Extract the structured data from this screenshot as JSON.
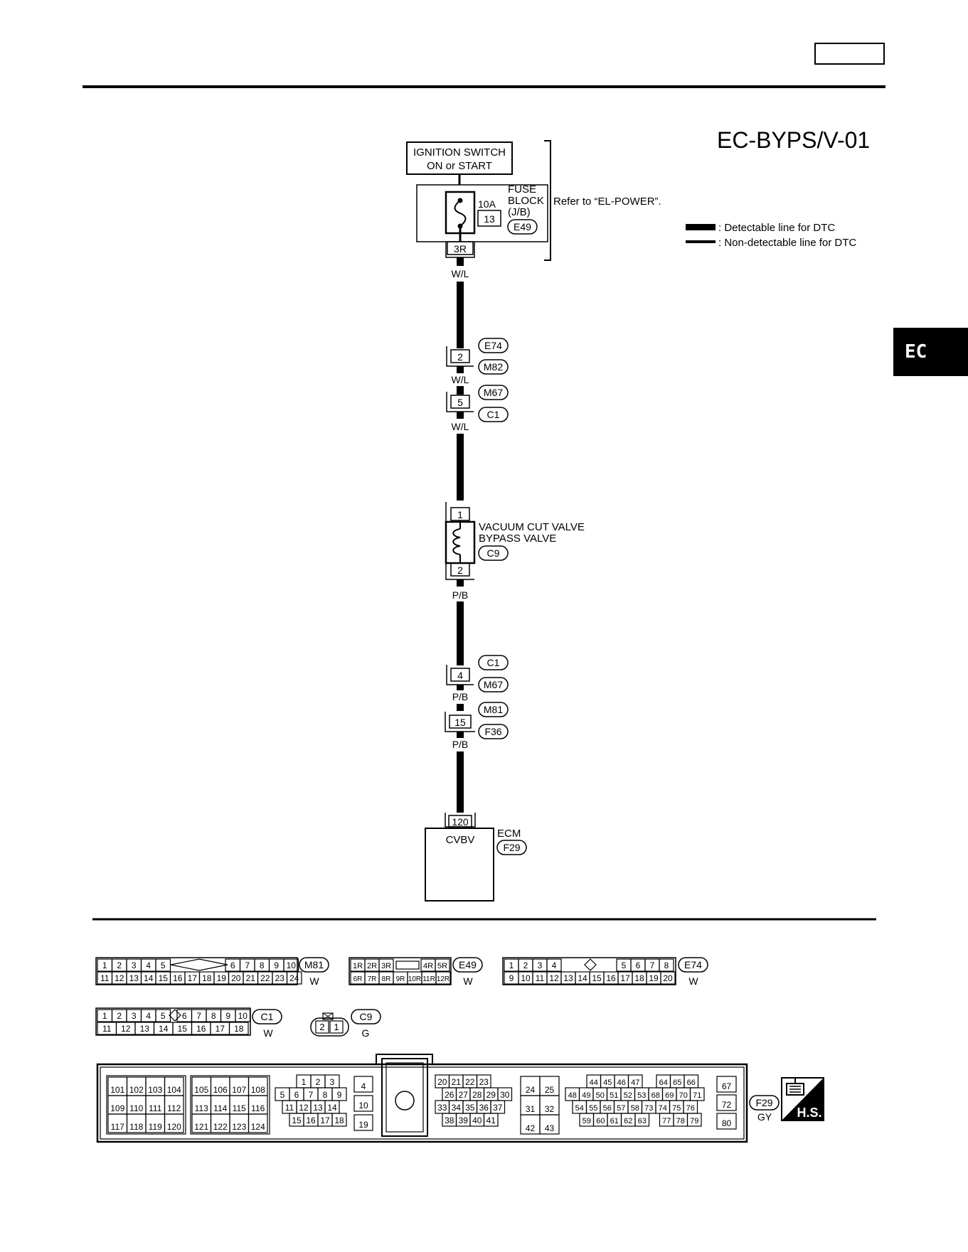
{
  "header": {
    "page_code_box": ""
  },
  "diagram_id": "EC-BYPS/V-01",
  "section_tab": "EC",
  "legend": {
    "detectable": ": Detectable line for DTC",
    "nondetectable": ": Non-detectable line for DTC"
  },
  "power": {
    "ignition_line1": "IGNITION SWITCH",
    "ignition_line2": "ON or START",
    "fuse_amp": "10A",
    "fuse_no": "13",
    "fuse_label1": "FUSE",
    "fuse_label2": "BLOCK",
    "fuse_label3": "(J/B)",
    "fuse_conn": "E49",
    "fuse_pin": "3R",
    "refer": "Refer to “EL-POWER”."
  },
  "joints": [
    {
      "pin": "2",
      "upper": "E74",
      "lower": "M82"
    },
    {
      "pin": "5",
      "upper": "M67",
      "lower": "C1"
    },
    {
      "pin": "4",
      "upper": "C1",
      "lower": "M67"
    },
    {
      "pin": "15",
      "upper": "M81",
      "lower": "F36"
    }
  ],
  "wires": {
    "w1": "W/L",
    "w2": "W/L",
    "w3": "W/L",
    "w4": "P/B",
    "w5": "P/B",
    "w6": "P/B"
  },
  "valve": {
    "pin_top": "1",
    "pin_bottom": "2",
    "label1": "VACUUM CUT VALVE",
    "label2": "BYPASS VALVE",
    "conn": "C9"
  },
  "ecm": {
    "pin": "120",
    "signal": "CVBV",
    "label": "ECM",
    "conn": "F29"
  },
  "connectors": {
    "m81": {
      "name": "M81",
      "color": "W",
      "row1": [
        "1",
        "2",
        "3",
        "4",
        "5",
        "6",
        "7",
        "8",
        "9",
        "10"
      ],
      "row2": [
        "11",
        "12",
        "13",
        "14",
        "15",
        "16",
        "17",
        "18",
        "19",
        "20",
        "21",
        "22",
        "23",
        "24"
      ]
    },
    "e49": {
      "name": "E49",
      "color": "W",
      "row1": [
        "1R",
        "2R",
        "3R",
        "4R",
        "5R"
      ],
      "row2": [
        "6R",
        "7R",
        "8R",
        "9R",
        "10R",
        "11R",
        "12R"
      ]
    },
    "e74": {
      "name": "E74",
      "color": "W",
      "row1": [
        "1",
        "2",
        "3",
        "4",
        "5",
        "6",
        "7",
        "8"
      ],
      "row2": [
        "9",
        "10",
        "11",
        "12",
        "13",
        "14",
        "15",
        "16",
        "17",
        "18",
        "19",
        "20"
      ]
    },
    "c1": {
      "name": "C1",
      "color": "W",
      "row1": [
        "1",
        "2",
        "3",
        "4",
        "5",
        "6",
        "7",
        "8",
        "9",
        "10"
      ],
      "row2": [
        "11",
        "12",
        "13",
        "14",
        "15",
        "16",
        "17",
        "18"
      ]
    },
    "c9": {
      "name": "C9",
      "color": "G",
      "pins": [
        "2",
        "1"
      ]
    },
    "f29": {
      "name": "F29",
      "color": "GY",
      "b1": [
        [
          "101",
          "102",
          "103",
          "104"
        ],
        [
          "109",
          "110",
          "111",
          "112"
        ],
        [
          "117",
          "118",
          "119",
          "120"
        ]
      ],
      "b2": [
        [
          "105",
          "106",
          "107",
          "108"
        ],
        [
          "113",
          "114",
          "115",
          "116"
        ],
        [
          "121",
          "122",
          "123",
          "124"
        ]
      ],
      "b3": [
        [
          "1",
          "2",
          "3"
        ],
        [
          "5",
          "6",
          "7",
          "8",
          "9"
        ],
        [
          "11",
          "12",
          "13",
          "14"
        ],
        [
          "15",
          "16",
          "17",
          "18"
        ]
      ],
      "b4": [
        "4",
        "10",
        "19"
      ],
      "b5": [
        [
          "20",
          "21",
          "22",
          "23"
        ],
        [
          "26",
          "27",
          "28",
          "29",
          "30"
        ],
        [
          "33",
          "34",
          "35",
          "36",
          "37"
        ],
        [
          "38",
          "39",
          "40",
          "41"
        ]
      ],
      "b6": [
        [
          "24",
          "25"
        ],
        [
          "31",
          "32"
        ],
        [
          "42",
          "43"
        ]
      ],
      "b7": [
        [
          "44",
          "45",
          "46",
          "47",
          "64",
          "65",
          "66"
        ],
        [
          "48",
          "49",
          "50",
          "51",
          "52",
          "53",
          "68",
          "69",
          "70",
          "71"
        ],
        [
          "54",
          "55",
          "56",
          "57",
          "58",
          "73",
          "74",
          "75",
          "76"
        ],
        [
          "59",
          "60",
          "61",
          "62",
          "63",
          "77",
          "78",
          "79"
        ]
      ],
      "b8": [
        "67",
        "72",
        "80"
      ]
    }
  },
  "hs_badge": "H.S."
}
